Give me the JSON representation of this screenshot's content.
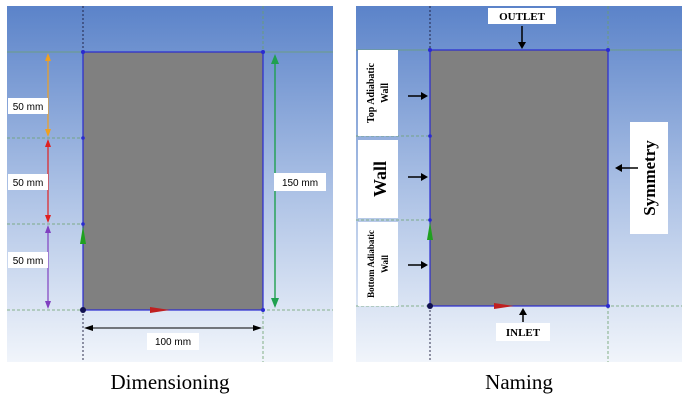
{
  "dimensioning": {
    "caption": "Dimensioning",
    "labels": {
      "segment_top": "50 mm",
      "segment_middle": "50 mm",
      "segment_bottom": "50 mm",
      "height": "150 mm",
      "width": "100 mm"
    },
    "colors": {
      "segment_top": "#f0a020",
      "segment_middle": "#e02020",
      "segment_bottom": "#8040c0",
      "height": "#20a050",
      "width": "#000000"
    }
  },
  "naming": {
    "caption": "Naming",
    "labels": {
      "outlet": "OUTLET",
      "inlet": "INLET",
      "top_wall": [
        "Top Adiabatic",
        "Wall"
      ],
      "wall": "Wall",
      "bottom_wall": [
        "Bottom Adiabatic",
        "Wall"
      ],
      "symmetry": "Symmetry"
    }
  },
  "colors": {
    "background_top": "#5b83c9",
    "background_bottom": "#f1f5fb",
    "domain_fill": "#808080",
    "domain_edge": "#2a2ad0"
  }
}
